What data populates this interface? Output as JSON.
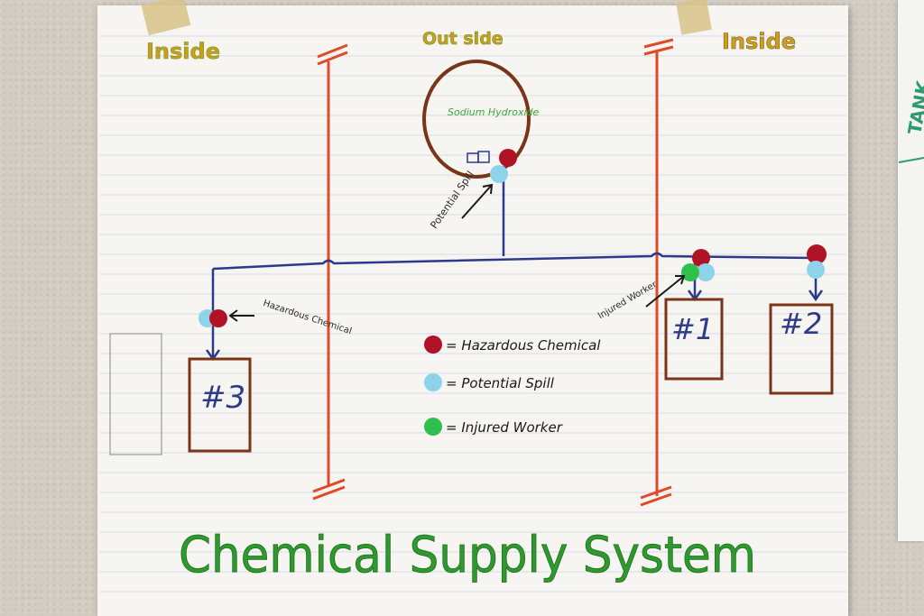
{
  "poster": {
    "header_left": "Inside",
    "header_center": "Out side",
    "header_right": "Inside",
    "tank_label": "Sodium Hydroxide",
    "valve_label": "Potential Spill",
    "hazard_label": "Hazardous Chemical",
    "injured_label": "Injured Worker",
    "unit_1": "#1",
    "unit_2": "#2",
    "unit_3": "#3",
    "title": "Chemical Supply System"
  },
  "legend": [
    {
      "label": "= Hazardous Chemical",
      "color": "#b01226"
    },
    {
      "label": "= Potential Spill",
      "color": "#8fd3ea"
    },
    {
      "label": "= Injured Worker",
      "color": "#2fbf4a"
    }
  ],
  "side_sheet": {
    "text": "TANK"
  },
  "colors": {
    "header": "#c8a020",
    "wall_line": "#e04a28",
    "pipe": "#2d3a8a",
    "box": "#7a3418",
    "title": "#2e9a2e"
  }
}
